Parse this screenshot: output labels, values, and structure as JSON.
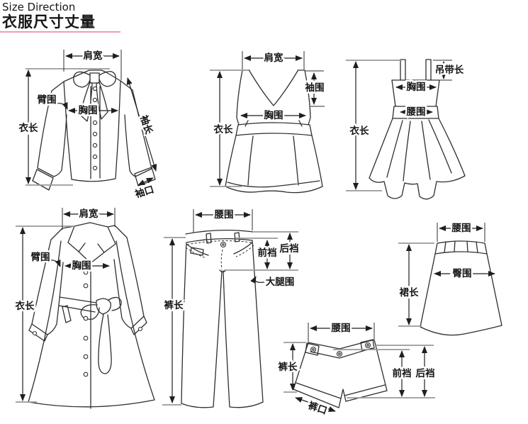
{
  "header": {
    "subtitle": "Size Direction",
    "title": "衣服尺寸丈量"
  },
  "colors": {
    "underline": "#f19db0",
    "line": "#2e2e2e",
    "extension_line": "#9a9a9a",
    "background": "#ffffff"
  },
  "garments": [
    {
      "id": "blouse",
      "measurements": [
        {
          "key": "shoulder-width",
          "label": "肩宽"
        },
        {
          "key": "arm-circumference",
          "label": "臂围"
        },
        {
          "key": "bust",
          "label": "胸围"
        },
        {
          "key": "garment-length",
          "label": "衣长"
        },
        {
          "key": "sleeve-length",
          "label": "袖长"
        },
        {
          "key": "cuff",
          "label": "袖口"
        }
      ]
    },
    {
      "id": "vest",
      "measurements": [
        {
          "key": "shoulder-width",
          "label": "肩宽"
        },
        {
          "key": "armhole",
          "label": "袖围"
        },
        {
          "key": "bust",
          "label": "胸围"
        },
        {
          "key": "garment-length",
          "label": "衣长"
        }
      ]
    },
    {
      "id": "slip-dress",
      "measurements": [
        {
          "key": "strap-length",
          "label": "吊带长"
        },
        {
          "key": "bust",
          "label": "胸围"
        },
        {
          "key": "waist",
          "label": "腰围"
        },
        {
          "key": "garment-length",
          "label": "衣长"
        }
      ]
    },
    {
      "id": "coat",
      "measurements": [
        {
          "key": "shoulder-width",
          "label": "肩宽"
        },
        {
          "key": "arm-circumference",
          "label": "臂围"
        },
        {
          "key": "bust",
          "label": "胸围"
        },
        {
          "key": "garment-length",
          "label": "衣长"
        }
      ]
    },
    {
      "id": "pants",
      "measurements": [
        {
          "key": "waist",
          "label": "腰围"
        },
        {
          "key": "front-rise",
          "label": "前裆"
        },
        {
          "key": "back-rise",
          "label": "后裆"
        },
        {
          "key": "thigh",
          "label": "大腿围"
        },
        {
          "key": "pants-length",
          "label": "裤长"
        }
      ]
    },
    {
      "id": "shorts",
      "measurements": [
        {
          "key": "waist",
          "label": "腰围"
        },
        {
          "key": "pants-length",
          "label": "裤长"
        },
        {
          "key": "front-rise",
          "label": "前裆"
        },
        {
          "key": "back-rise",
          "label": "后裆"
        },
        {
          "key": "leg-opening",
          "label": "裤口"
        }
      ]
    },
    {
      "id": "skirt",
      "measurements": [
        {
          "key": "waist",
          "label": "腰围"
        },
        {
          "key": "hip",
          "label": "臀围"
        },
        {
          "key": "skirt-length",
          "label": "裙长"
        }
      ]
    }
  ]
}
